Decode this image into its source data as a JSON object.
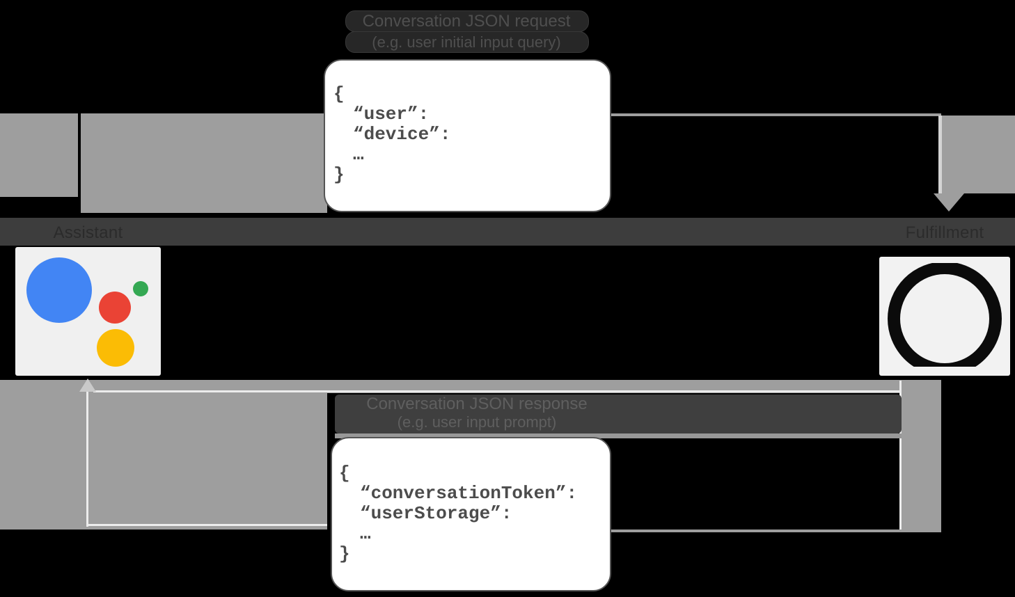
{
  "request_caption": {
    "line1": "Conversation JSON request",
    "line2": "(e.g. user initial input query)"
  },
  "request_code": {
    "lines": [
      "{",
      "“user”:",
      "“device”:",
      "…",
      "}"
    ]
  },
  "response_caption": {
    "line1": "Conversation JSON response",
    "line2": "(e.g. user input prompt)"
  },
  "response_code": {
    "lines": [
      "{",
      "“conversationToken”:",
      "“userStorage”:",
      "…",
      "}"
    ]
  },
  "nodes": {
    "assistant_label": "Assistant",
    "fulfillment_label": "Fulfillment"
  },
  "icons": {
    "assistant": "google-assistant-logo",
    "fulfillment": "google-cloud-icon"
  },
  "colors": {
    "assistant_blue": "#4285F4",
    "assistant_red": "#EA4335",
    "assistant_green": "#34A853",
    "assistant_yellow": "#FBBC05",
    "arrow_gray": "#9E9E9E",
    "label_band": "#3D3D3D",
    "code_text": "#4C4C4C",
    "background": "#000000"
  }
}
